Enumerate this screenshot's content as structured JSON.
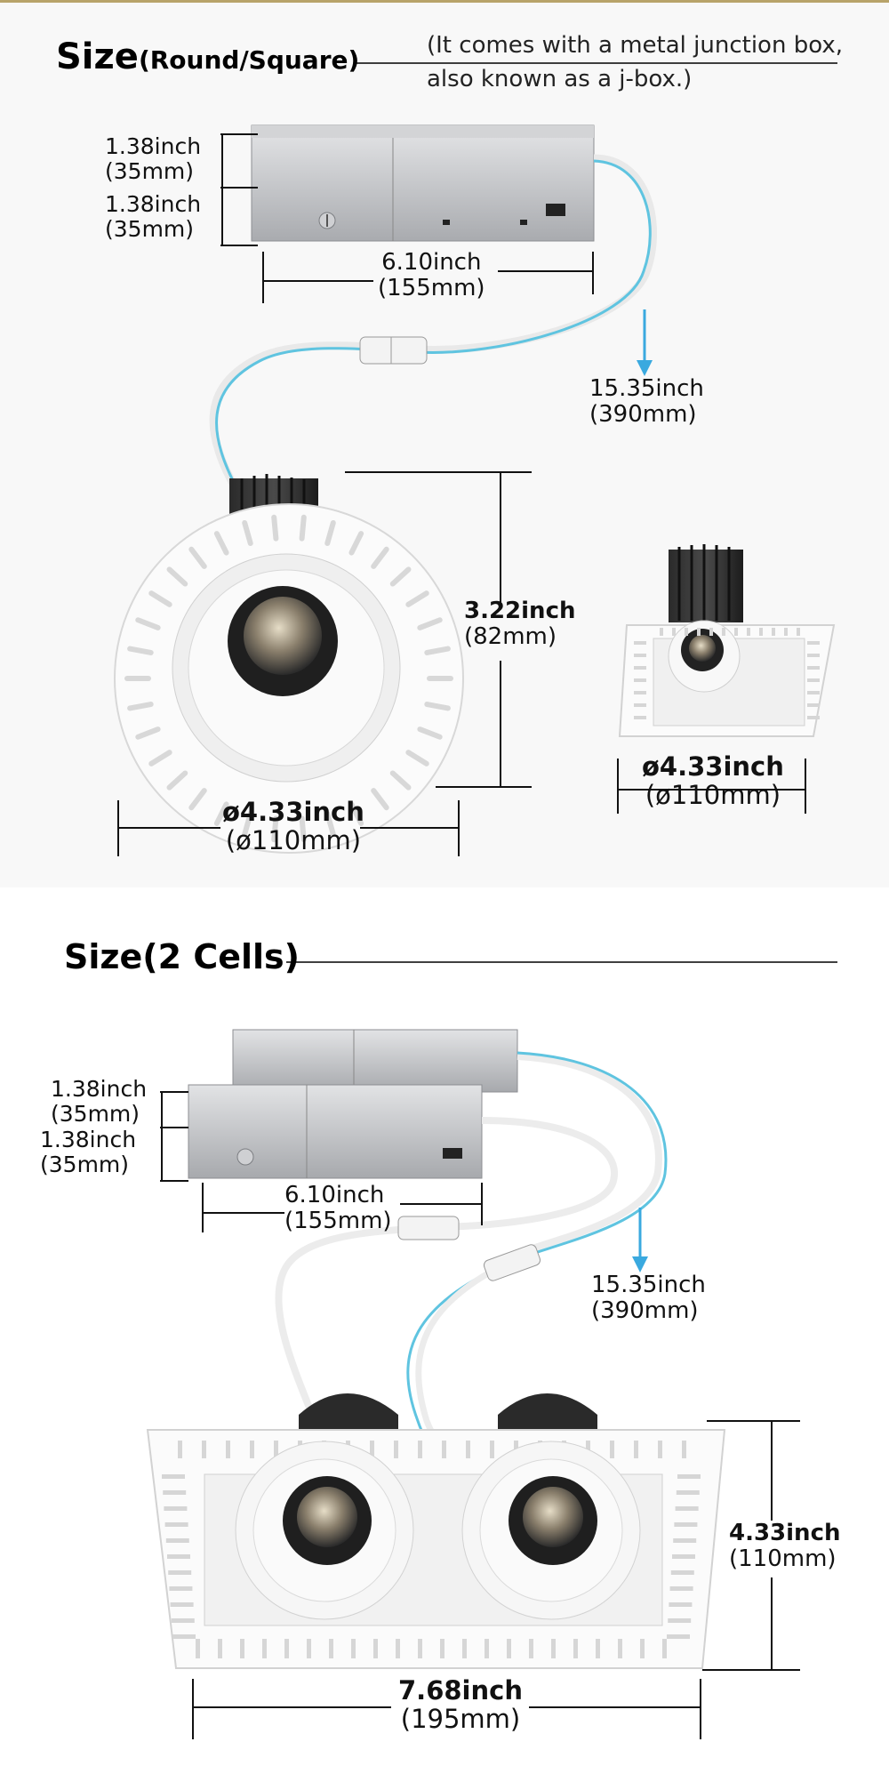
{
  "section1": {
    "title_main": "Size",
    "title_sub": "(Round/Square)",
    "note_line1": "(It comes with a metal junction box,",
    "note_line2": "also known as a j-box.)",
    "jbox_height_top_in": "1.38inch",
    "jbox_height_top_mm": "(35mm)",
    "jbox_height_bottom_in": "1.38inch",
    "jbox_height_bottom_mm": "(35mm)",
    "jbox_length_in": "6.10inch",
    "jbox_length_mm": "(155mm)",
    "cable_length_in": "15.35inch",
    "cable_length_mm": "(390mm)",
    "round_height_in": "3.22inch",
    "round_height_mm": "(82mm)",
    "round_diameter_in": "ø4.33inch",
    "round_diameter_mm": "(ø110mm)",
    "square_size_in": "ø4.33inch",
    "square_size_mm": "(ø110mm)"
  },
  "section2": {
    "title": "Size(2 Cells)",
    "jbox_height_top_in": "1.38inch",
    "jbox_height_top_mm": "(35mm)",
    "jbox_height_bottom_in": "1.38inch",
    "jbox_height_bottom_mm": "(35mm)",
    "jbox_length_in": "6.10inch",
    "jbox_length_mm": "(155mm)",
    "cable_length_in": "15.35inch",
    "cable_length_mm": "(390mm)",
    "frame_height_in": "4.33inch",
    "frame_height_mm": "(110mm)",
    "frame_width_in": "7.68inch",
    "frame_width_mm": "(195mm)"
  },
  "colors": {
    "accent_cable": "#5fc4e0",
    "arrow": "#3aa9df",
    "top_rule": "#b8a36a"
  }
}
